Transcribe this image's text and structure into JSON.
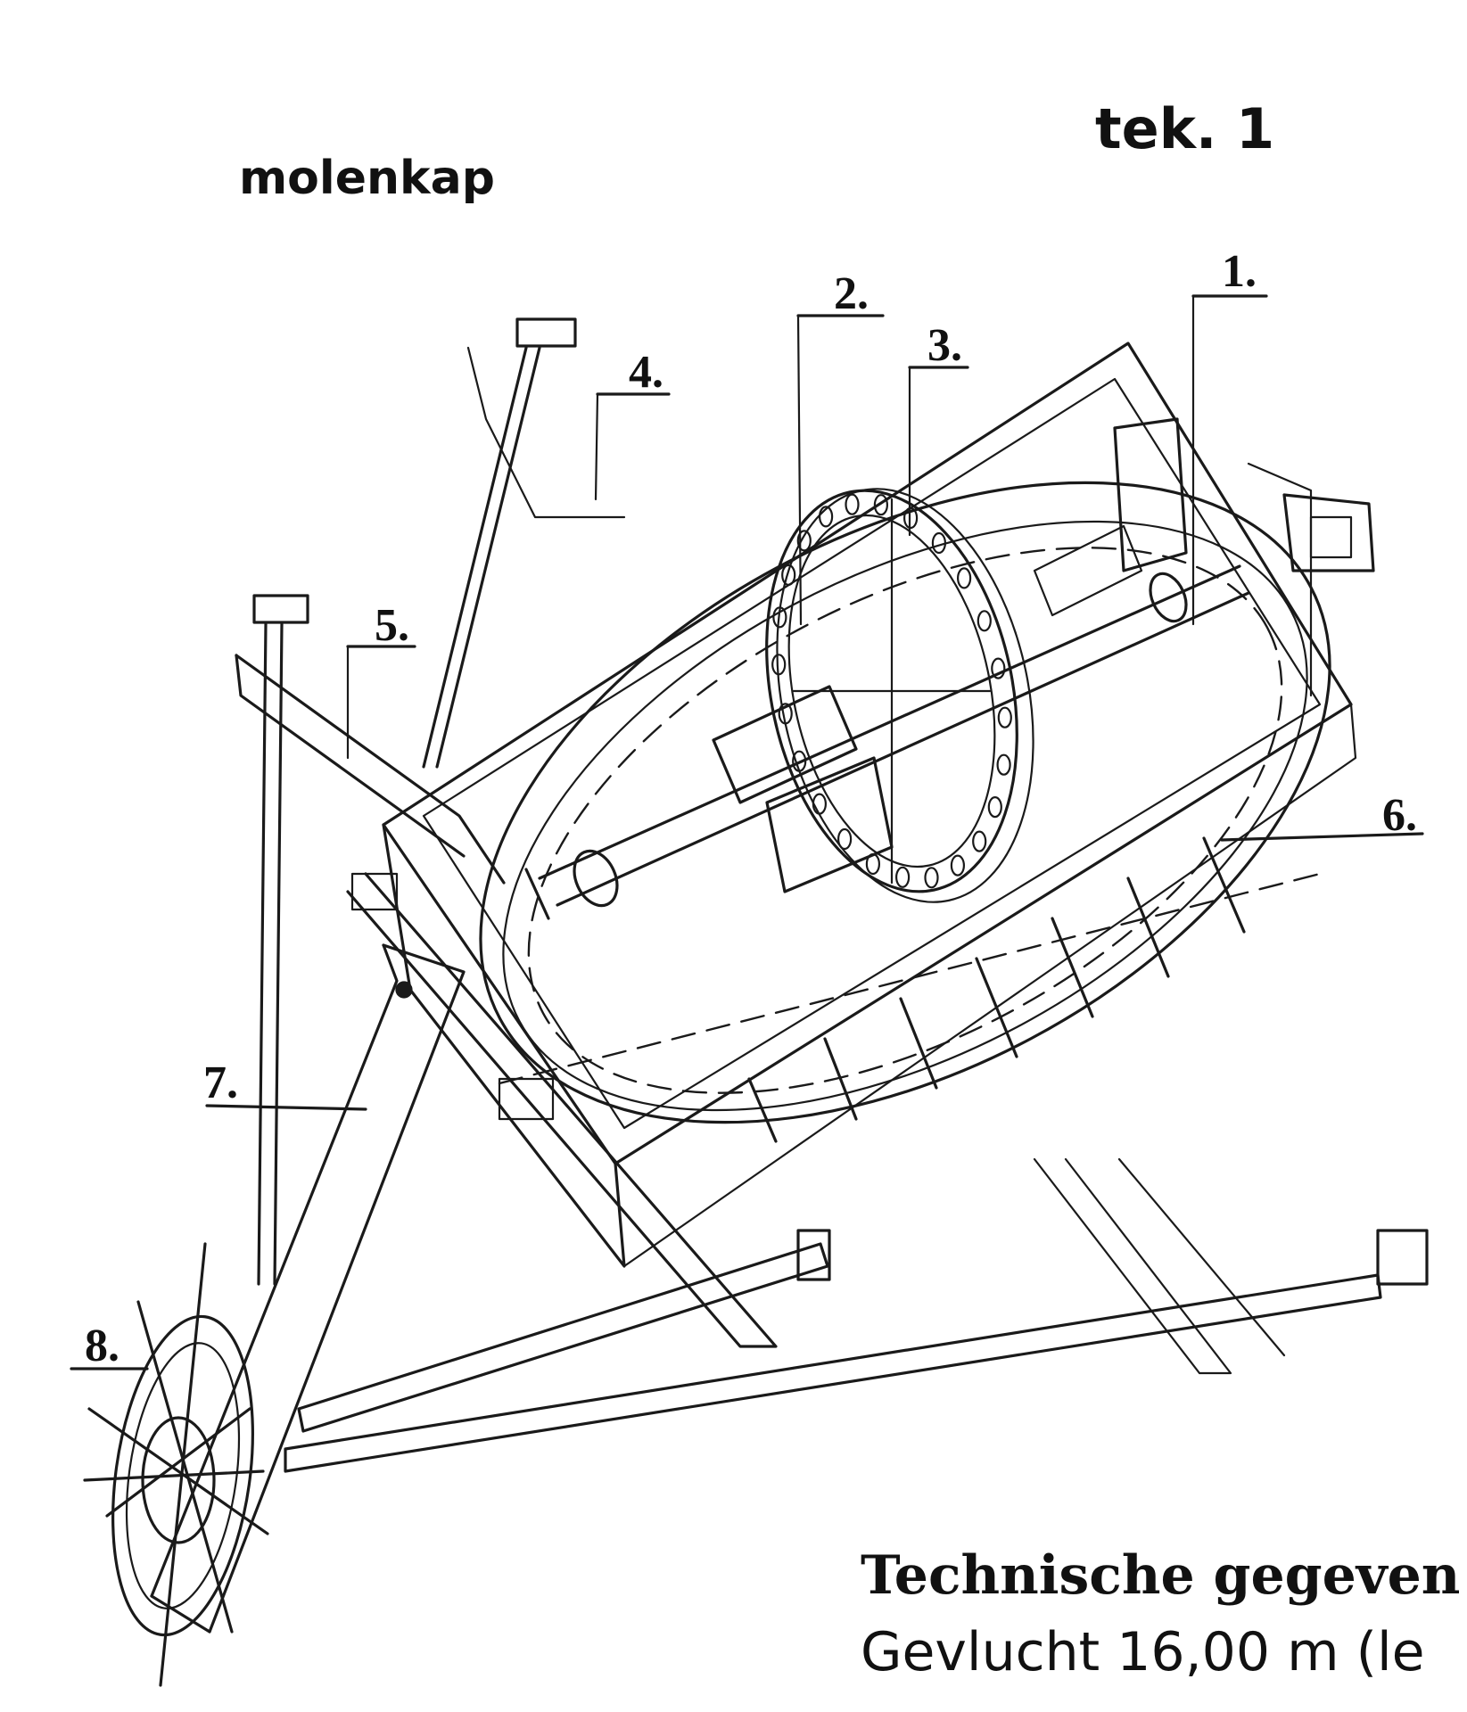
{
  "header": {
    "title": "molenkap",
    "figure_number": "tek. 1"
  },
  "labels": [
    {
      "id": "1",
      "text": "1."
    },
    {
      "id": "2",
      "text": "2."
    },
    {
      "id": "3",
      "text": "3."
    },
    {
      "id": "4",
      "text": "4."
    },
    {
      "id": "5",
      "text": "5."
    },
    {
      "id": "6",
      "text": "6."
    },
    {
      "id": "7",
      "text": "7."
    },
    {
      "id": "8",
      "text": "8."
    }
  ],
  "footer": {
    "heading": "Technische gegeven",
    "spec_line": "Gevlucht 16,00 m (le"
  }
}
